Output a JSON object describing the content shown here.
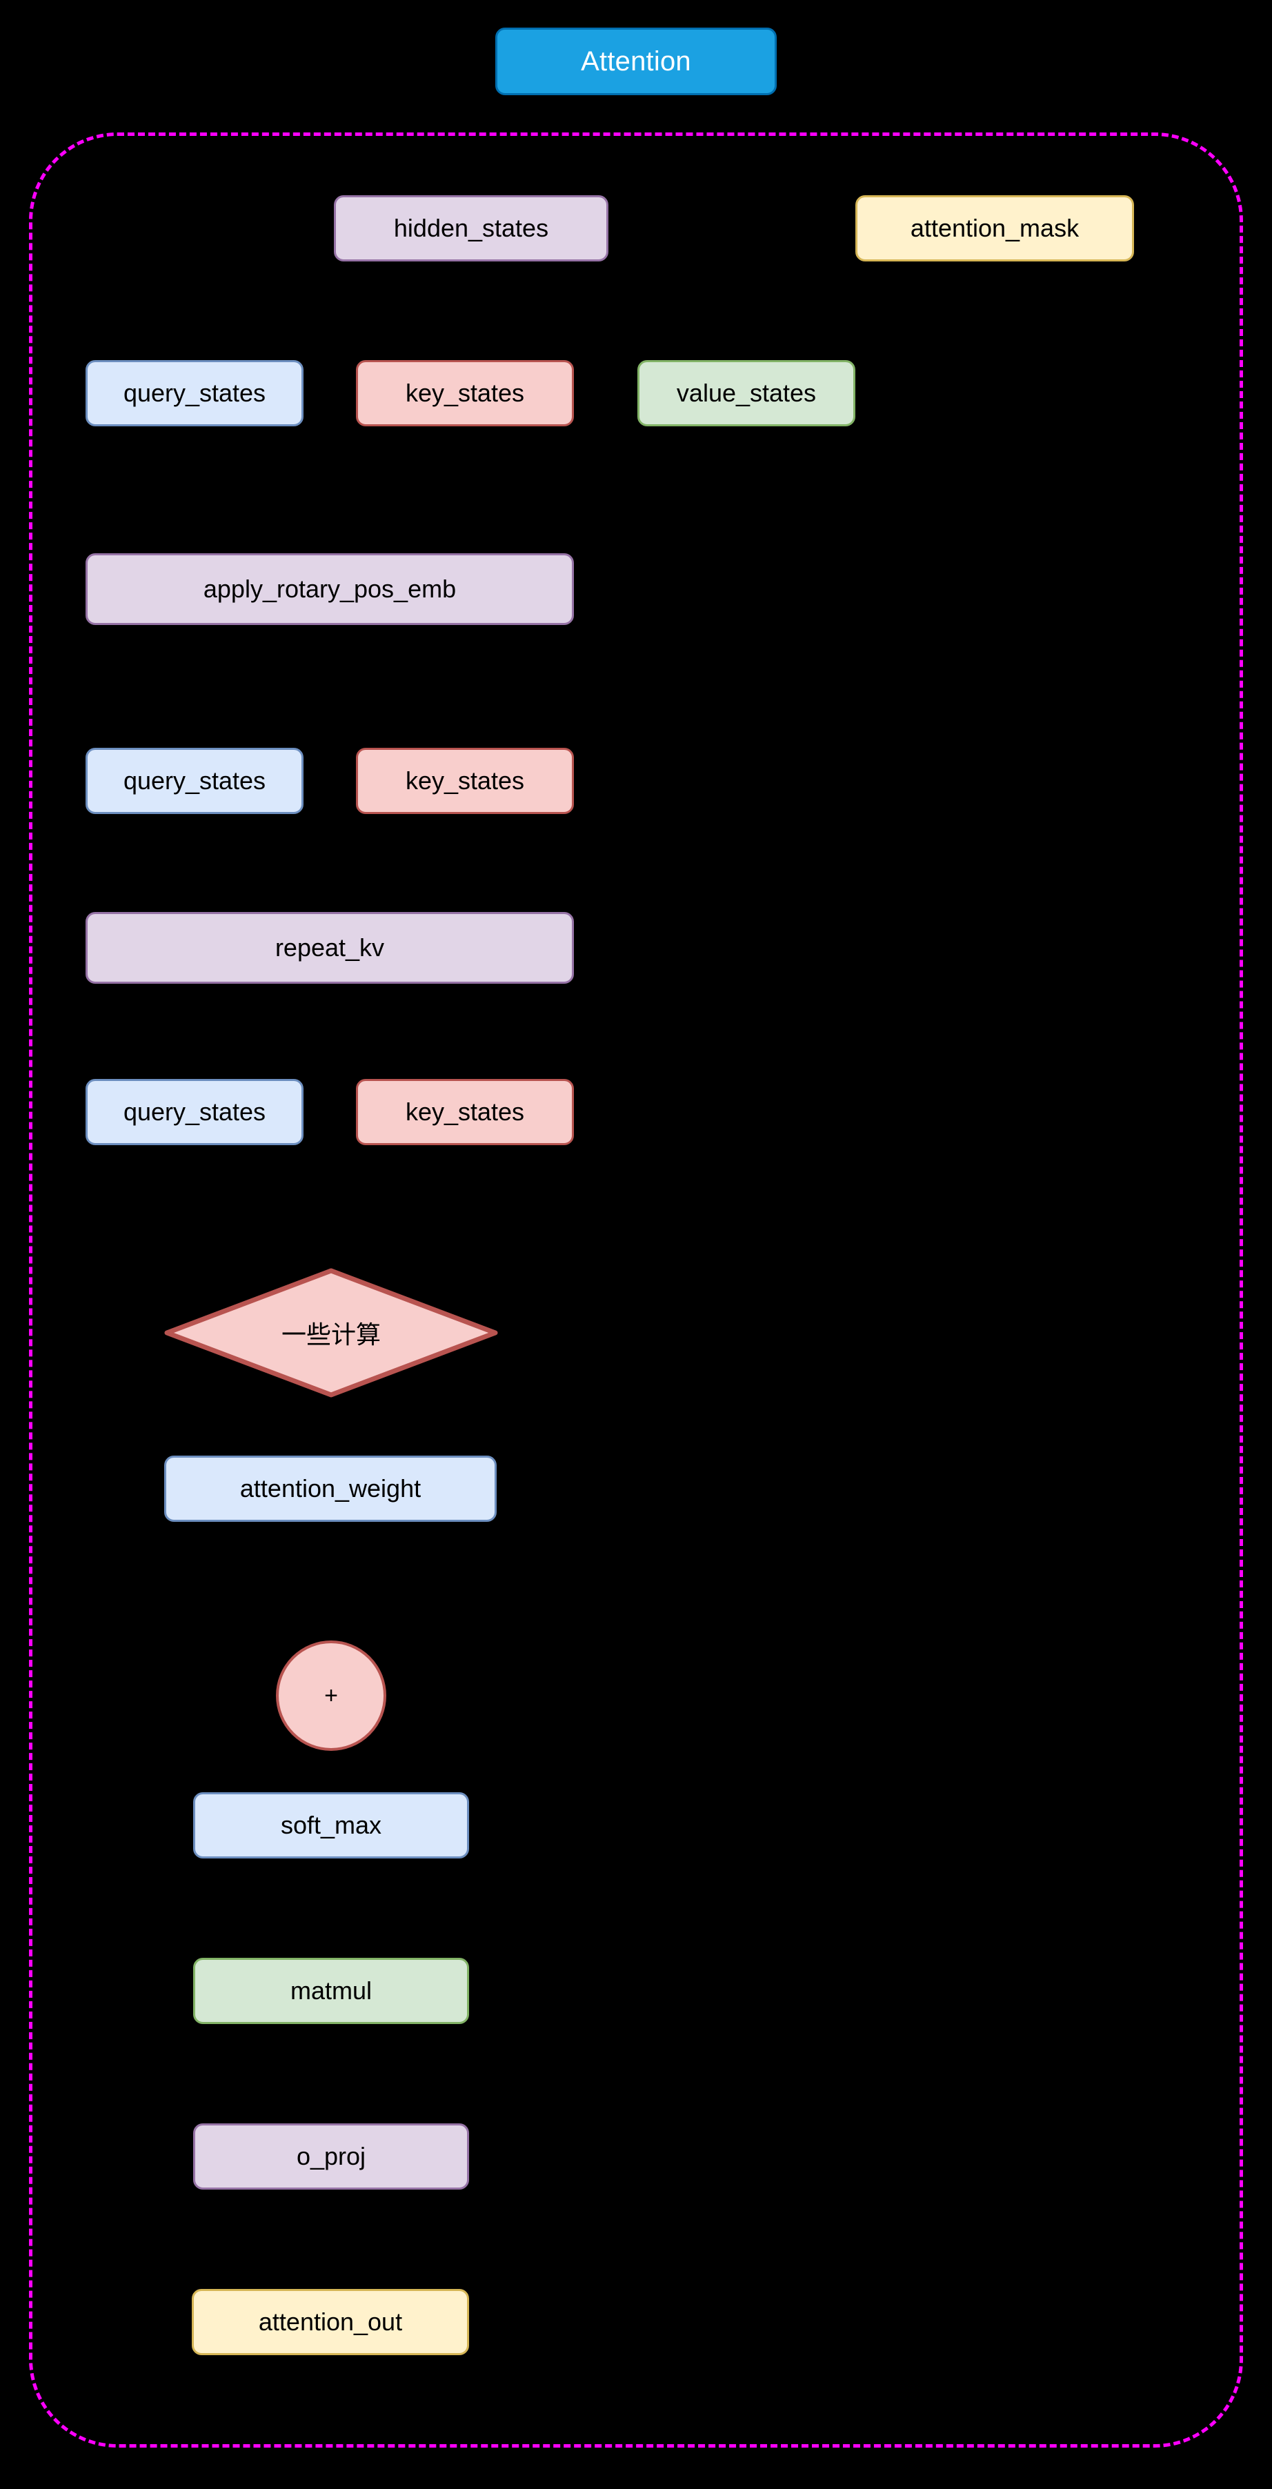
{
  "diagram": {
    "title": "Attention",
    "background_color": "#000000",
    "container": {
      "name": "attention-subgraph",
      "border_color": "#ff00ff",
      "border_style": "dashed"
    },
    "palette": {
      "title_fill": "#1ba1e2",
      "title_stroke": "#006eaf",
      "title_text": "#ffffff",
      "purple_fill": "#e1d5e7",
      "purple_stroke": "#9673a6",
      "yellow_fill": "#fff2cc",
      "yellow_stroke": "#d6b656",
      "blue_fill": "#dae8fc",
      "blue_stroke": "#6c8ebf",
      "red_fill": "#f8cecc",
      "red_stroke": "#b85450",
      "green_fill": "#d5e8d4",
      "green_stroke": "#82b366"
    },
    "nodes": [
      {
        "id": "hidden_states",
        "label": "hidden_states",
        "shape": "rounded-rect",
        "color": "purple"
      },
      {
        "id": "attention_mask",
        "label": "attention_mask",
        "shape": "rounded-rect",
        "color": "yellow"
      },
      {
        "id": "query_states_1",
        "label": "query_states",
        "shape": "rounded-rect",
        "color": "blue"
      },
      {
        "id": "key_states_1",
        "label": "key_states",
        "shape": "rounded-rect",
        "color": "red"
      },
      {
        "id": "value_states",
        "label": "value_states",
        "shape": "rounded-rect",
        "color": "green"
      },
      {
        "id": "apply_rotary_pos_emb",
        "label": "apply_rotary_pos_emb",
        "shape": "rounded-rect",
        "color": "purple"
      },
      {
        "id": "query_states_2",
        "label": "query_states",
        "shape": "rounded-rect",
        "color": "blue"
      },
      {
        "id": "key_states_2",
        "label": "key_states",
        "shape": "rounded-rect",
        "color": "red"
      },
      {
        "id": "repeat_kv",
        "label": "repeat_kv",
        "shape": "rounded-rect",
        "color": "purple"
      },
      {
        "id": "query_states_3",
        "label": "query_states",
        "shape": "rounded-rect",
        "color": "blue"
      },
      {
        "id": "key_states_3",
        "label": "key_states",
        "shape": "rounded-rect",
        "color": "red"
      },
      {
        "id": "some_computation",
        "label": "一些计算",
        "shape": "diamond",
        "color": "red"
      },
      {
        "id": "attention_weight",
        "label": "attention_weight",
        "shape": "rounded-rect",
        "color": "blue"
      },
      {
        "id": "plus",
        "label": "+",
        "shape": "circle",
        "color": "red"
      },
      {
        "id": "soft_max",
        "label": "soft_max",
        "shape": "rounded-rect",
        "color": "blue"
      },
      {
        "id": "matmul",
        "label": "matmul",
        "shape": "rounded-rect",
        "color": "green"
      },
      {
        "id": "o_proj",
        "label": "o_proj",
        "shape": "rounded-rect",
        "color": "purple"
      },
      {
        "id": "attention_out",
        "label": "attention_out",
        "shape": "rounded-rect",
        "color": "yellow"
      }
    ]
  }
}
